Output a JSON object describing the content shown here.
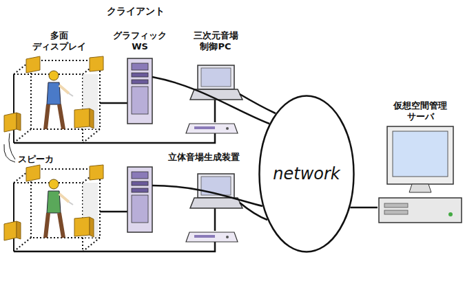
{
  "diagram": {
    "nodes": [
      {
        "text": [
          "network"
        ]
      },
      {
        "text": [
          "仮想空間管理 サーバ"
        ]
      }
    ],
    "edges": [
      {
        "from": 0,
        "to": 1,
        "arrow": "none"
      }
    ],
    "labels": [
      "クライアント",
      "多面 ディスプレイ",
      "グラフィック WS",
      "三次元音場 制御PC",
      "スピーカ",
      "立体音場生成装置"
    ]
  }
}
